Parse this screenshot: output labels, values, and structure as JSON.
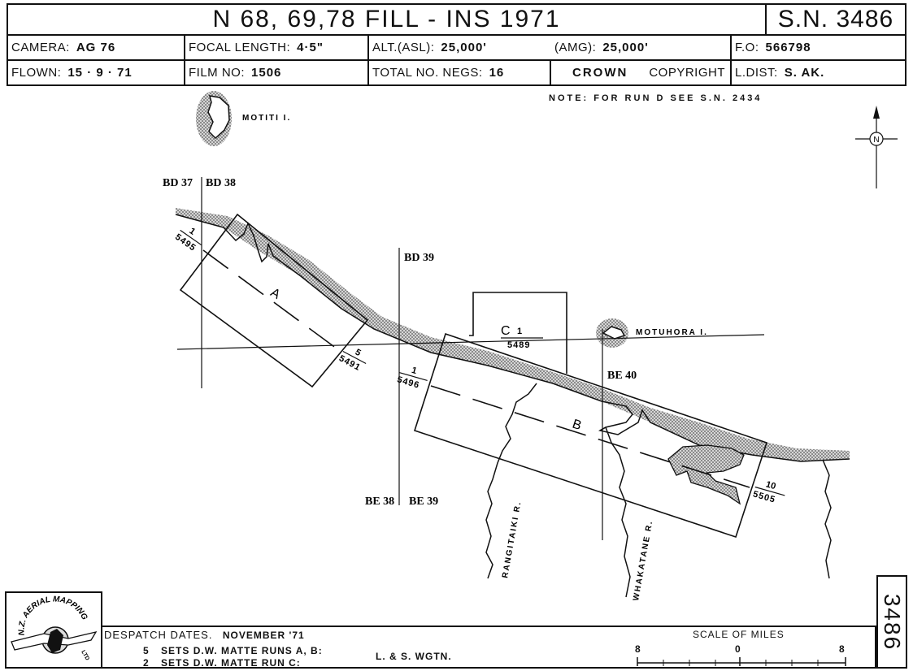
{
  "header": {
    "title": "N 68, 69,78  FILL - INS  1971",
    "sheet_number": "S.N. 3486"
  },
  "info_row1": {
    "camera_label": "CAMERA:",
    "camera_value": "AG 76",
    "focal_label": "FOCAL LENGTH:",
    "focal_value": "4·5\"",
    "alt_asl_label": "ALT.(ASL):",
    "alt_asl_value": "25,000'",
    "alt_amg_label": "(AMG):",
    "alt_amg_value": "25,000'",
    "fo_label": "F.O:",
    "fo_value": "566798"
  },
  "info_row2": {
    "flown_label": "FLOWN:",
    "flown_value": "15 · 9 · 71",
    "film_label": "FILM NO:",
    "film_value": "1506",
    "negs_label": "TOTAL NO. NEGS:",
    "negs_value": "16",
    "crown": "CROWN",
    "copyright": "COPYRIGHT",
    "ldist_label": "L.DIST:",
    "ldist_value": "S. AK."
  },
  "note": "NOTE: FOR RUN D SEE S.N. 2434",
  "compass": {
    "letter": "N"
  },
  "sheet_labels": {
    "bd37": "BD 37",
    "bd38": "BD 38",
    "bd39": "BD 39",
    "be38": "BE 38",
    "be39": "BE 39",
    "be40": "BE 40"
  },
  "places": {
    "motiti": "MOTITI I.",
    "motuhora": "MOTUHORA I.",
    "rangitaiki": "RANGITAIKI R.",
    "whakatane": "WHAKATANE R."
  },
  "runs": {
    "a": {
      "letter": "A",
      "start_num": "1",
      "start_film": "5495",
      "end_num": "5",
      "end_film": "5491"
    },
    "b": {
      "letter": "B",
      "start_num": "1",
      "start_film": "5496",
      "end_num": "10",
      "end_film": "5505"
    },
    "c": {
      "letter": "C",
      "num": "1",
      "film": "5489"
    }
  },
  "logo": {
    "text": "N.Z. AERIAL MAPPING",
    "sub": "LTD"
  },
  "footer": {
    "despatch_label": "DESPATCH DATES.",
    "despatch_value": "NOVEMBER '71",
    "line1_count": "5",
    "line1_text": "SETS  D.W. MATTE  RUNS  A, B:",
    "line2_count": "2",
    "line2_text": "SETS  D.W. MATTE  RUN  C:",
    "recipient": "L. & S. WGTN.",
    "scale_title": "SCALE OF MILES",
    "scale_left": "8",
    "scale_mid": "0",
    "scale_right": "8",
    "side_sn": "3486"
  },
  "colors": {
    "ink": "#111111",
    "stipple": "#b5b5b5",
    "paper": "#ffffff"
  }
}
